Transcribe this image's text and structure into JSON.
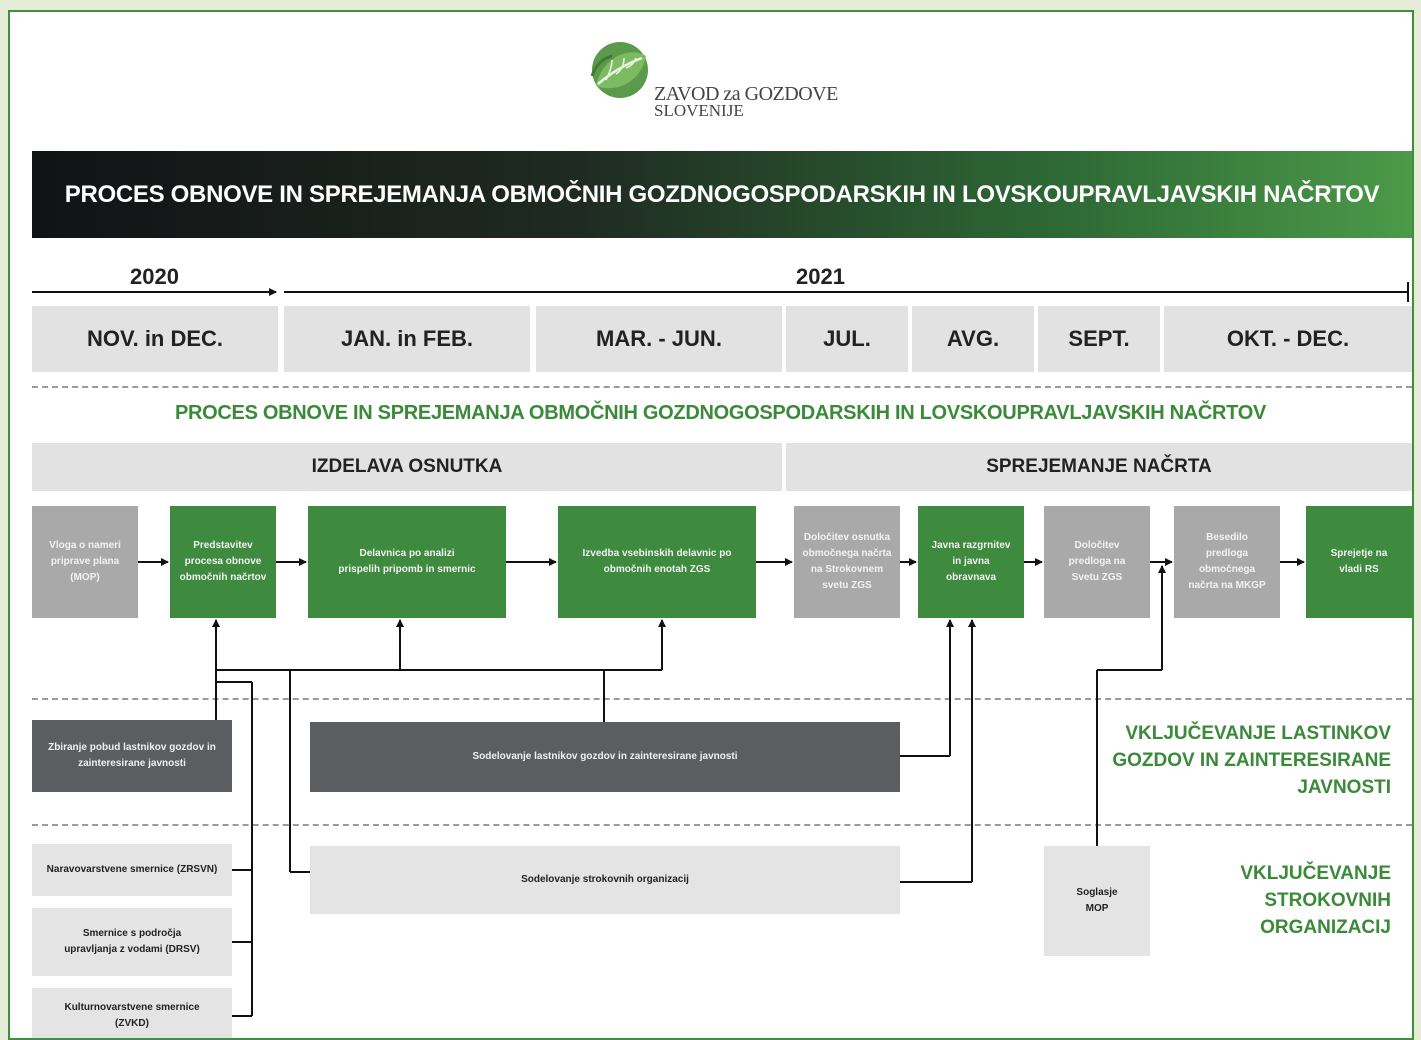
{
  "logo": {
    "line1": "ZAVOD za GOZDOVE",
    "line2": "SLOVENIJE"
  },
  "banner_title": "PROCES OBNOVE IN SPREJEMANJA OBMOČNIH GOZDNOGOSPODARSKIH IN LOVSKOUPRAVLJAVSKIH NAČRTOV",
  "years": [
    "2020",
    "2021"
  ],
  "months": [
    "NOV. in DEC.",
    "JAN. in FEB.",
    "MAR. - JUN.",
    "JUL.",
    "AVG.",
    "SEPT.",
    "OKT. - DEC."
  ],
  "subtitle": "PROCES OBNOVE IN SPREJEMANJA OBMOČNIH GOZDNOGOSPODARSKIH IN LOVSKOUPRAVLJAVSKIH NAČRTOV",
  "phases": [
    "IZDELAVA OSNUTKA",
    "SPREJEMANJE NAČRTA"
  ],
  "steps": [
    "Vloga o nameri priprave plana (MOP)",
    "Predstavitev procesa obnove območnih načrtov",
    "Delavnica po analizi prispelih pripomb in smernic",
    "Izvedba vsebinskih delavnic po območnih enotah ZGS",
    "Določitev osnutka območnega načrta na Strokovnem svetu ZGS",
    "Javna razgrnitev in javna obravnava",
    "Določitev predloga na Svetu ZGS",
    "Besedilo predloga območnega načrta na MKGP",
    "Sprejetje na vladi RS"
  ],
  "public": {
    "left": "Zbiranje pobud lastnikov gozdov in zainteresirane javnosti",
    "center": "Sodelovanje lastnikov gozdov in zainteresirane javnosti",
    "label": "VKLJUČEVANJE LASTINKOV GOZDOV IN ZAINTERESIRANE JAVNOSTI"
  },
  "orgs": {
    "items": [
      "Naravovarstvene smernice (ZRSVN)",
      "Smernice s področja upravljanja z vodami (DRSV)",
      "Kulturnovarstvene smernice (ZVKD)"
    ],
    "center": "Sodelovanje strokovnih organizacij",
    "mop": "Soglasje MOP",
    "label": "VKLJUČEVANJE STROKOVNIH ORGANIZACIJ"
  },
  "colors": {
    "green": "#3e8a3e",
    "gray": "#a9a9a9",
    "dark": "#5c5d60",
    "light": "#e4e4e4"
  }
}
